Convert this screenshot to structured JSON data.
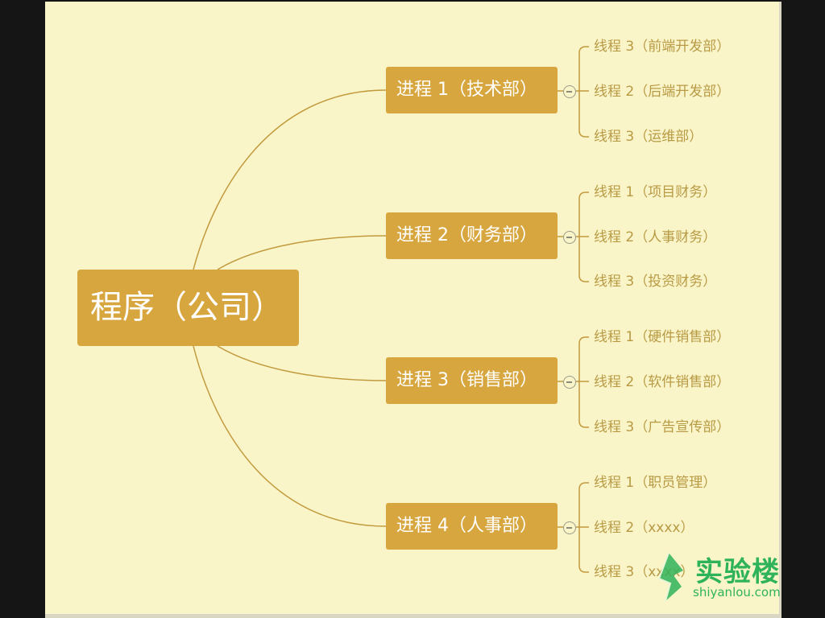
{
  "mindmap": {
    "root": {
      "label": "程序（公司）"
    },
    "branches": [
      {
        "label": "进程 1（技术部）",
        "leaves": [
          "线程 3（前端开发部）",
          "线程 2（后端开发部）",
          "线程 3（运维部）"
        ]
      },
      {
        "label": "进程 2（财务部）",
        "leaves": [
          "线程 1（项目财务）",
          "线程 2（人事财务）",
          "线程 3（投资财务）"
        ]
      },
      {
        "label": "进程 3（销售部）",
        "leaves": [
          "线程 1（硬件销售部）",
          "线程 2（软件销售部）",
          "线程 3（广告宣传部）"
        ]
      },
      {
        "label": "进程 4（人事部）",
        "leaves": [
          "线程 1（职员管理）",
          "线程 2（xxxx）",
          "线程 3（xxxx）"
        ]
      }
    ]
  },
  "watermark": {
    "name": "实验楼",
    "domain": "shiyanlou.com"
  },
  "colors": {
    "canvas": "#faf5c8",
    "node_fill": "#d7a63e",
    "node_text": "#ffffff",
    "line": "#c29a3e",
    "leaf_text": "#b89a45",
    "watermark": "#2fb35a"
  }
}
